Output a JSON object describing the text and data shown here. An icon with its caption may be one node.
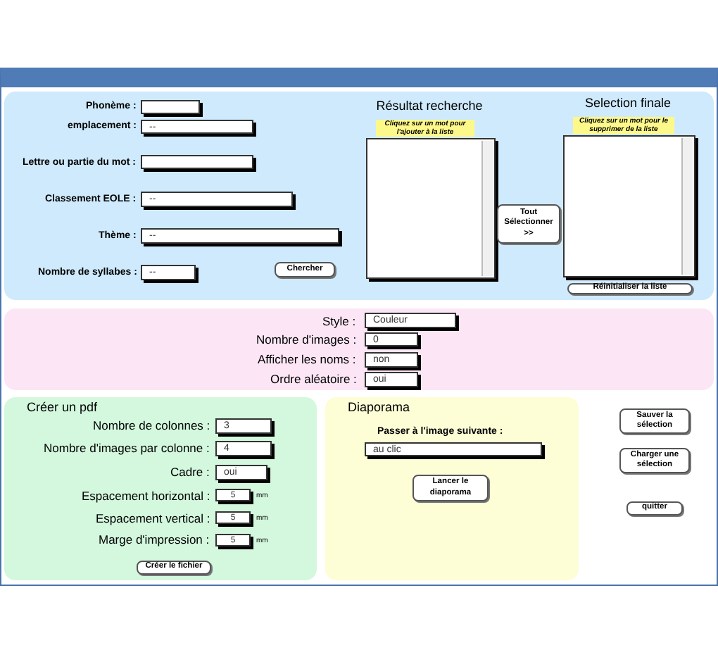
{
  "diagram": {
    "nodes": [
      {
        "text": [],
        "shape": "box"
      },
      {
        "text": [],
        "shape": "box",
        "in": 0
      },
      {
        "text": [
          "--"
        ],
        "in": 0
      },
      {
        "text": [],
        "shape": "box",
        "in": 0
      },
      {
        "text": [
          "--"
        ],
        "in": 0
      },
      {
        "text": [
          "--"
        ],
        "in": 0
      },
      {
        "text": [
          "--"
        ],
        "in": 0
      },
      {
        "text": [
          "Chercher"
        ],
        "in": 0
      },
      {
        "text": [
          "Résultat recherche",
          "Cliquez sur un mot pour l'ajouter à la liste"
        ],
        "in": 0
      },
      {
        "text": [
          "Tout Sélectionner >>"
        ],
        "in": 0
      },
      {
        "text": [
          "Selection finale",
          "Cliquez sur un mot pour le supprimer de la liste"
        ],
        "in": 0
      },
      {
        "text": [
          "Réinitialiser la liste"
        ],
        "in": 0
      },
      {
        "text": [],
        "shape": "box"
      },
      {
        "text": [
          "Couleur"
        ],
        "in": 12
      },
      {
        "text": [
          "0"
        ],
        "in": 12
      },
      {
        "text": [
          "non"
        ],
        "in": 12
      },
      {
        "text": [
          "oui"
        ],
        "in": 12
      },
      {
        "text": [
          "Créer un pdf"
        ]
      },
      {
        "text": [
          "3"
        ],
        "in": 17
      },
      {
        "text": [
          "4"
        ],
        "in": 17
      },
      {
        "text": [
          "oui"
        ],
        "in": 17
      },
      {
        "text": [
          "5"
        ],
        "beside": [
          "mm"
        ],
        "in": 17
      },
      {
        "text": [
          "5"
        ],
        "beside": [
          "mm"
        ],
        "in": 17
      },
      {
        "text": [
          "5"
        ],
        "beside": [
          "mm"
        ],
        "in": 17
      },
      {
        "text": [
          "Créer le fichier"
        ],
        "in": 17
      },
      {
        "text": [
          "Diaporama"
        ]
      },
      {
        "text": [
          "au clic"
        ],
        "in": 25
      },
      {
        "text": [
          "Lancer le diaporama"
        ],
        "in": 25
      },
      {
        "text": [
          "Sauver la sélection"
        ]
      },
      {
        "text": [
          "Charger une sélection"
        ]
      },
      {
        "text": [
          "quitter"
        ]
      }
    ],
    "labels": [
      "Phonème :",
      "emplacement :",
      "Lettre ou partie du mot :",
      "Classement EOLE :",
      "Thème :",
      "Nombre de syllabes :",
      "Style :",
      "Nombre d'images :",
      "Afficher les noms :",
      "Ordre aléatoire :",
      "Nombre de colonnes :",
      "Nombre d'images par colonne :",
      "Cadre :",
      "Espacement horizontal :",
      "Espacement vertical :",
      "Marge d'impression :",
      "Passer à l'image suivante :"
    ]
  }
}
